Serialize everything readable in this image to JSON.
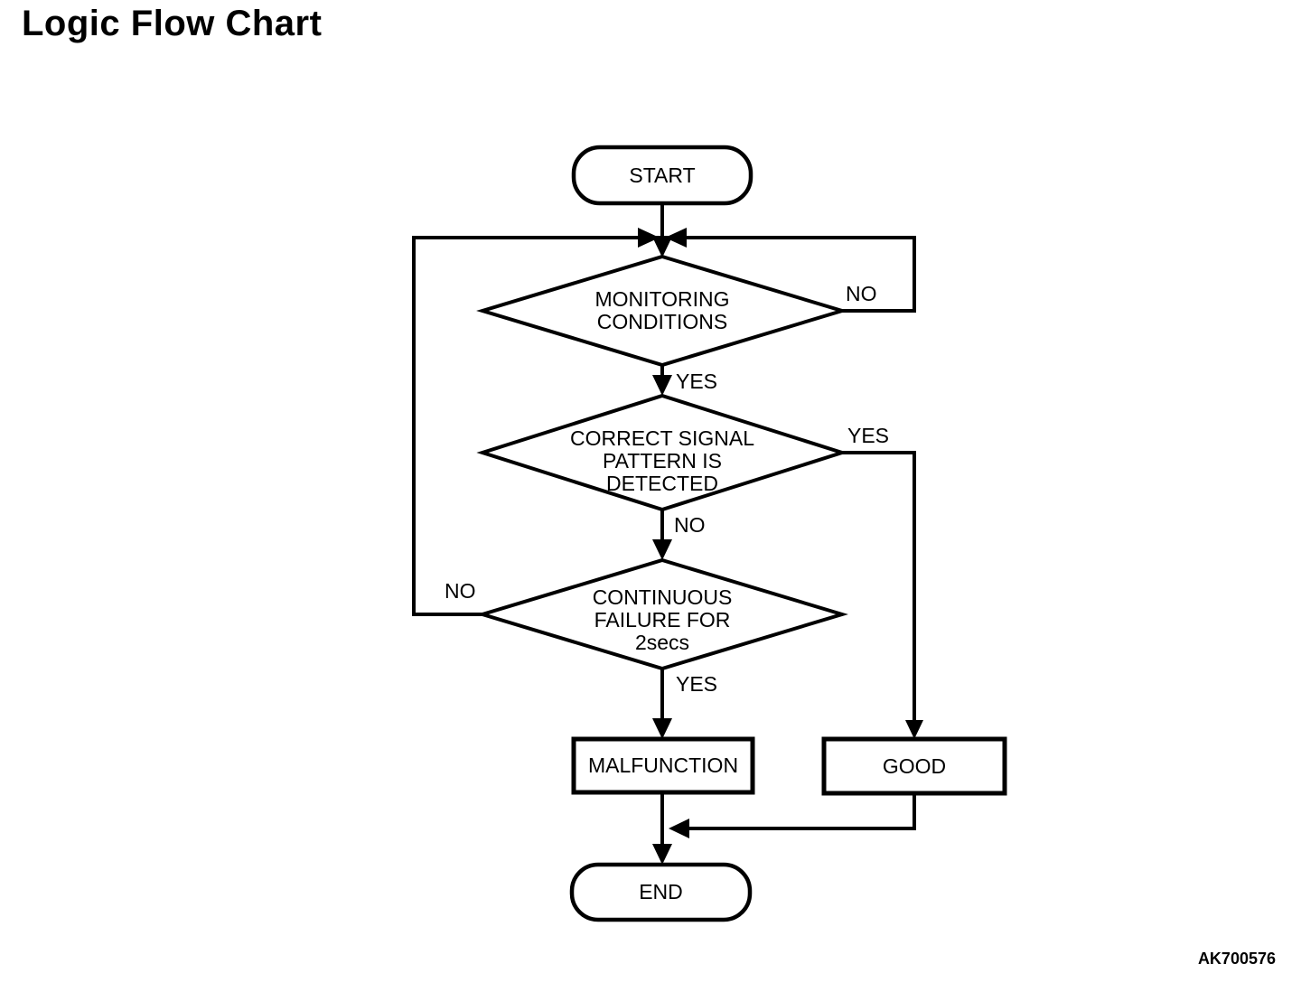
{
  "title": "Logic Flow Chart",
  "figure_code": "AK700576",
  "colors": {
    "ink": "#000000",
    "paper": "#ffffff"
  },
  "diagram": {
    "type": "flowchart",
    "nodes": [
      {
        "id": "start",
        "shape": "terminator",
        "label": "START"
      },
      {
        "id": "monitoring",
        "shape": "decision",
        "label": "MONITORING CONDITIONS",
        "lines": [
          "MONITORING",
          "CONDITIONS"
        ]
      },
      {
        "id": "signal",
        "shape": "decision",
        "label": "CORRECT SIGNAL PATTERN IS DETECTED",
        "lines": [
          "CORRECT SIGNAL",
          "PATTERN IS",
          "DETECTED"
        ]
      },
      {
        "id": "failure",
        "shape": "decision",
        "label": "CONTINUOUS FAILURE FOR 2secs",
        "lines": [
          "CONTINUOUS",
          "FAILURE FOR",
          "2secs"
        ]
      },
      {
        "id": "malfunction",
        "shape": "process",
        "label": "MALFUNCTION"
      },
      {
        "id": "good",
        "shape": "process",
        "label": "GOOD"
      },
      {
        "id": "end",
        "shape": "terminator",
        "label": "END"
      }
    ],
    "edges": [
      {
        "from": "start",
        "to": "monitoring",
        "label": ""
      },
      {
        "from": "monitoring",
        "to": "signal",
        "label": "YES"
      },
      {
        "from": "monitoring",
        "to": "loop-top",
        "label": "NO"
      },
      {
        "from": "signal",
        "to": "failure",
        "label": "NO"
      },
      {
        "from": "signal",
        "to": "good",
        "label": "YES"
      },
      {
        "from": "failure",
        "to": "loop-left",
        "label": "NO"
      },
      {
        "from": "failure",
        "to": "malfunction",
        "label": "YES"
      },
      {
        "from": "malfunction",
        "to": "end",
        "label": ""
      },
      {
        "from": "good",
        "to": "end",
        "label": ""
      }
    ]
  }
}
